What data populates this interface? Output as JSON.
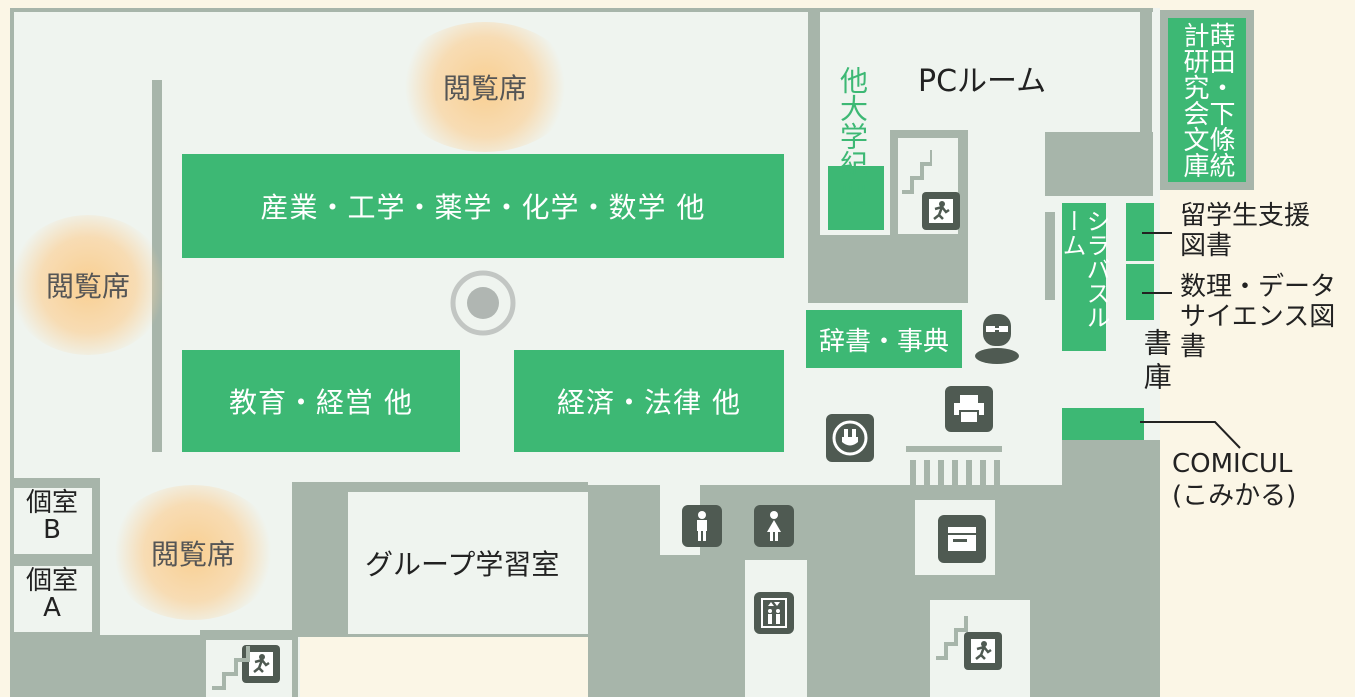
{
  "rooms": {
    "reading_top": "閲覧席",
    "reading_left": "閲覧席",
    "reading_bottom": "閲覧席",
    "pc_room": "PCルーム",
    "group_study": "グループ学習室",
    "private_b": "個室B",
    "private_a": "個室A",
    "stacks": "書庫"
  },
  "shelves": {
    "industry": "産業・工学・薬学・化学・数学 他",
    "education": "教育・経営 他",
    "economics": "経済・法律 他",
    "dictionary": "辞書・事典",
    "other_univ": "他大学紀要",
    "syllabus": "シラバスルーム",
    "archive": "蒔田・下條統計研究会文庫"
  },
  "callouts": {
    "study_abroad": "留学生支援図書",
    "data_science": "数理・データサイエンス図書",
    "comicul": "COMICUL",
    "comicul_reading": "(こみかる)"
  },
  "icons": [
    "reference-desk-icon",
    "printer-icon",
    "power-outlet-icon",
    "copier-icon",
    "male-restroom-icon",
    "female-restroom-icon",
    "elevator-icon",
    "emergency-exit-icon",
    "stairs-icon",
    "location-marker-icon"
  ],
  "colors": {
    "shelf_green": "#3db874",
    "floor": "#eff4ef",
    "wall": "#a7b5aa",
    "outside": "#fbf6e6",
    "seating": "#fad09a"
  }
}
